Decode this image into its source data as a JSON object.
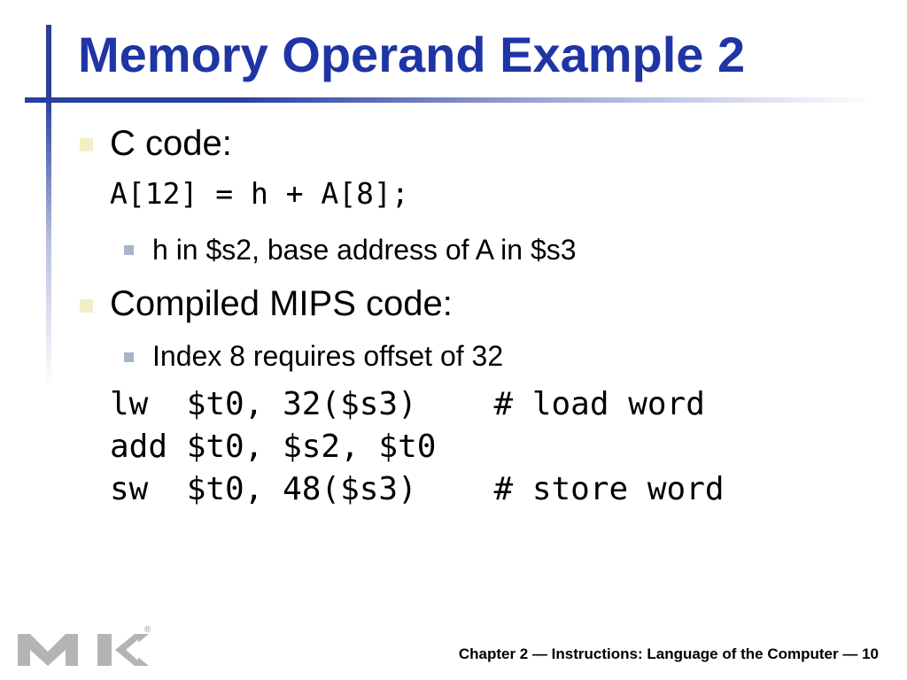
{
  "slide": {
    "title": "Memory Operand Example 2",
    "bullets": [
      {
        "text": "C code:",
        "code": "A[12] = h + A[8];",
        "sub": "h in $s2, base address of A in $s3"
      },
      {
        "text": "Compiled MIPS code:",
        "sub": "Index 8 requires offset of 32",
        "code_lines": [
          "lw  $t0, 32($s3)    # load word",
          "add $t0, $s2, $t0",
          "sw  $t0, 48($s3)    # store word"
        ]
      }
    ],
    "footer": "Chapter 2 — Instructions: Language of the Computer — 10",
    "logo": {
      "icon": "mk-logo-icon",
      "mark": "®",
      "color": "#b4b4b4"
    },
    "colors": {
      "title": "#1f35a5",
      "accent_bar": "#2a3e9e",
      "bullet_l1": "#f1efc8",
      "bullet_l2": "#a9b4c9"
    }
  }
}
